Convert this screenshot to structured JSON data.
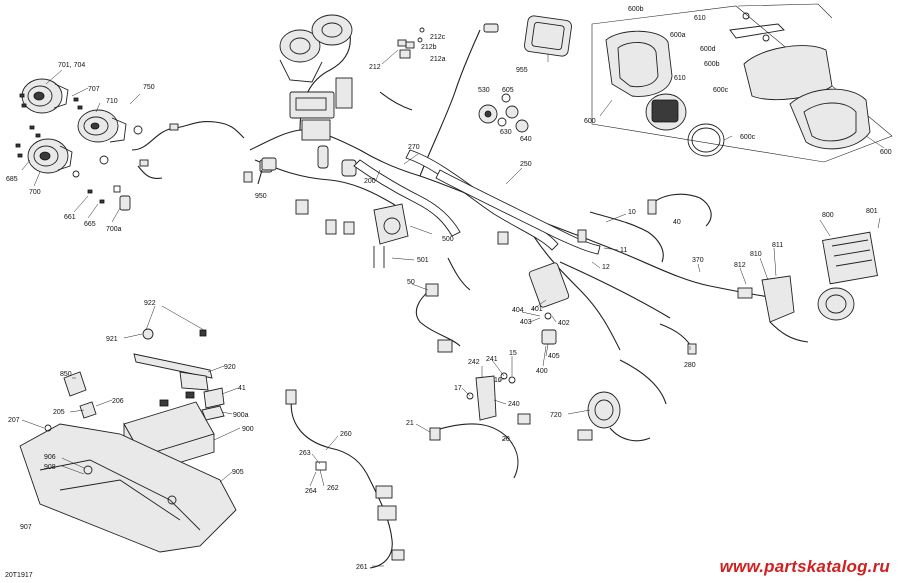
{
  "watermark": "www.partskatalog.ru",
  "drawing_code": "20T1917",
  "callouts": {
    "c701_704": "701, 704",
    "c707": "707",
    "c710": "710",
    "c750": "750",
    "c685": "685",
    "c700": "700",
    "c661": "661",
    "c665": "665",
    "c700a": "700a",
    "c212": "212",
    "c212c": "212c",
    "c212b": "212b",
    "c212a": "212a",
    "c955": "955",
    "c530": "530",
    "c605": "605",
    "c630": "630",
    "c640": "640",
    "c600b": "600b",
    "c600a": "600a",
    "c610": "610",
    "c610b": "610",
    "c600d": "600d",
    "c600b2": "600b",
    "c600c": "600c",
    "c600": "600",
    "c600c2": "600c",
    "c600r": "600",
    "c270": "270",
    "c250": "250",
    "c200": "200",
    "c950": "950",
    "c500": "500",
    "c501": "501",
    "c10": "10",
    "c11": "11",
    "c12": "12",
    "c40": "40",
    "c800": "800",
    "c801": "801",
    "c370": "370",
    "c812": "812",
    "c810": "810",
    "c811": "811",
    "c50": "50",
    "c404": "404",
    "c401": "401",
    "c403": "403",
    "c402": "402",
    "c405": "405",
    "c400": "400",
    "c280": "280",
    "c922": "922",
    "c921": "921",
    "c920": "920",
    "c850": "850",
    "c206": "206",
    "c205": "205",
    "c41": "41",
    "c900a": "900a",
    "c900": "900",
    "c207": "207",
    "c906": "906",
    "c908": "908",
    "c905": "905",
    "c907": "907",
    "c242": "242",
    "c241": "241",
    "c16": "16",
    "c15": "15",
    "c17": "17",
    "c240": "240",
    "c21": "21",
    "c20": "20",
    "c720": "720",
    "c260": "260",
    "c263": "263",
    "c264": "264",
    "c262": "262",
    "c261": "261"
  }
}
